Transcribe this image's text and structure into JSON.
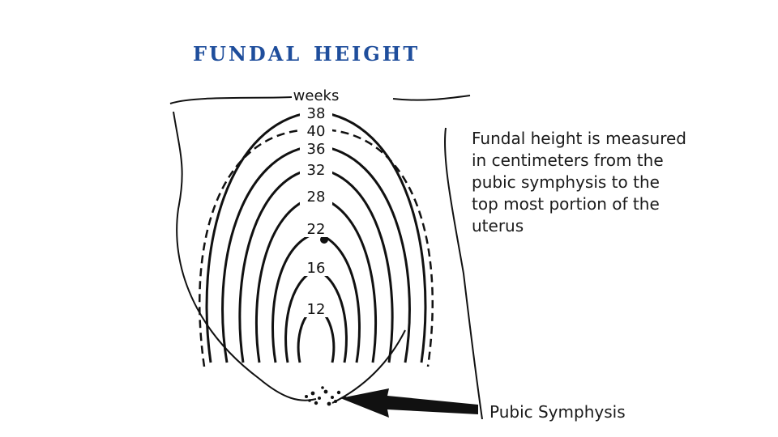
{
  "title": "Fundal Height",
  "description": "Fundal height is measured in centimeters from the pubic symphysis to the top most portion of the uterus",
  "pubic_label": "Pubic Symphysis",
  "diagram": {
    "header": "weeks",
    "weeks": [
      "38",
      "40",
      "36",
      "32",
      "28",
      "22",
      "16",
      "12"
    ]
  },
  "colors": {
    "title": "#1f4e9c",
    "ink": "#111111"
  }
}
